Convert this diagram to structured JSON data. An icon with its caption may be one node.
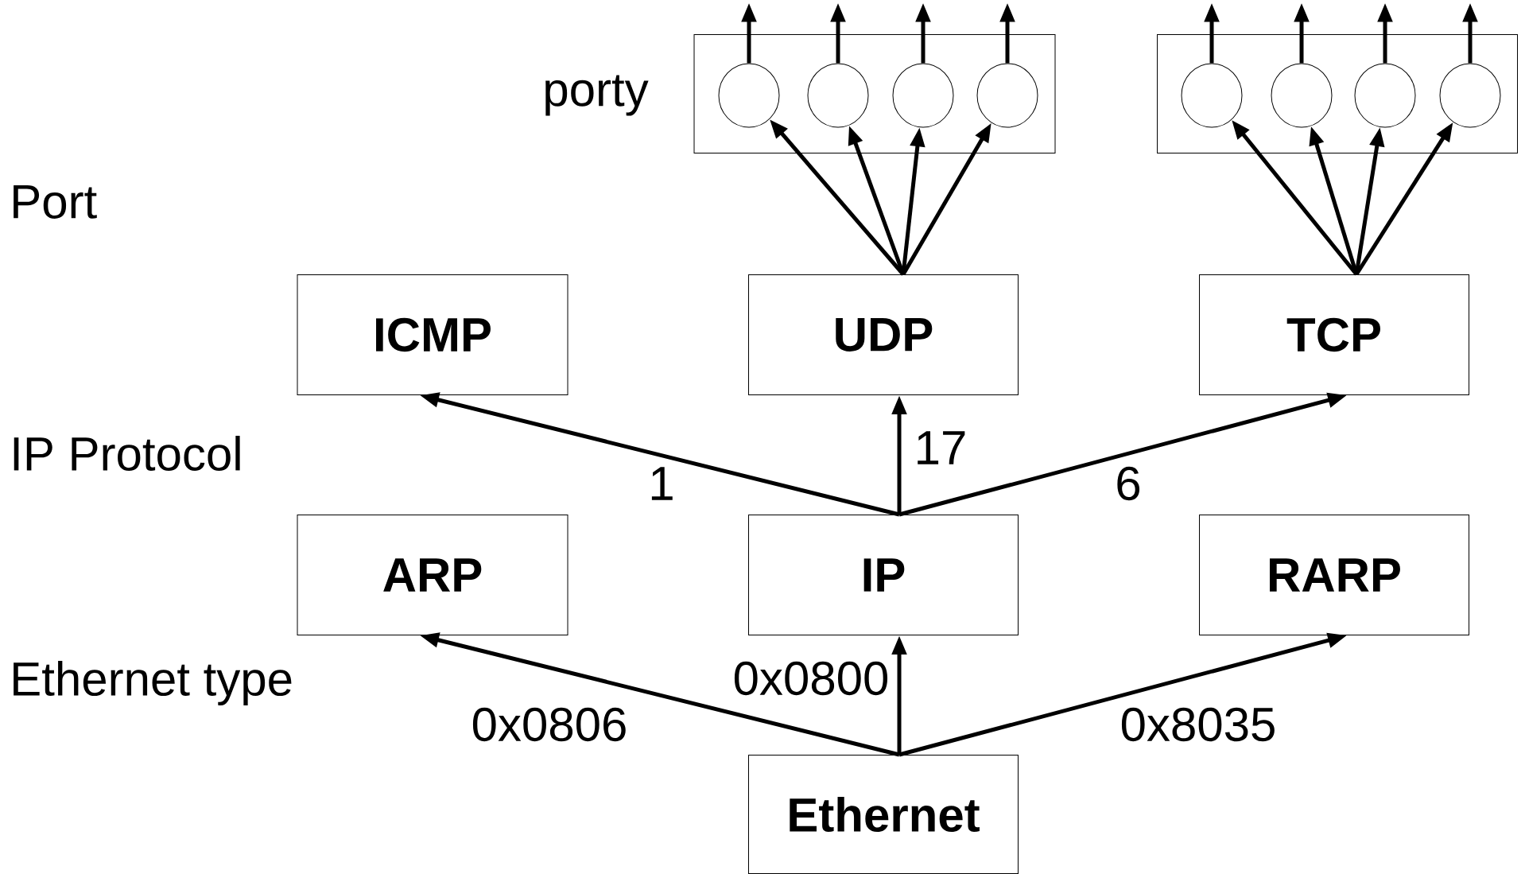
{
  "diagram": {
    "nodes": [
      {
        "text": [],
        "shape": "box",
        "beside": [
          "porty"
        ]
      },
      {
        "text": [],
        "shape": "circle",
        "in": 0
      },
      {
        "text": [],
        "shape": "circle",
        "in": 0
      },
      {
        "text": [],
        "shape": "circle",
        "in": 0
      },
      {
        "text": [],
        "shape": "circle",
        "in": 0
      },
      {
        "text": [],
        "shape": "box"
      },
      {
        "text": [],
        "shape": "circle",
        "in": 5
      },
      {
        "text": [],
        "shape": "circle",
        "in": 5
      },
      {
        "text": [],
        "shape": "circle",
        "in": 5
      },
      {
        "text": [],
        "shape": "circle",
        "in": 5
      },
      {
        "text": [
          "ICMP"
        ]
      },
      {
        "text": [
          "UDP"
        ]
      },
      {
        "text": [
          "TCP"
        ]
      },
      {
        "text": [
          "ARP"
        ]
      },
      {
        "text": [
          "IP"
        ]
      },
      {
        "text": [
          "RARP"
        ]
      },
      {
        "text": [
          "Ethernet"
        ]
      }
    ],
    "edges": [
      {
        "from": 11,
        "to": 1,
        "arrow": "to"
      },
      {
        "from": 11,
        "to": 2,
        "arrow": "to"
      },
      {
        "from": 11,
        "to": 3,
        "arrow": "to"
      },
      {
        "from": 11,
        "to": 4,
        "arrow": "to"
      },
      {
        "from": 12,
        "to": 6,
        "arrow": "to"
      },
      {
        "from": 12,
        "to": 7,
        "arrow": "to"
      },
      {
        "from": 12,
        "to": 8,
        "arrow": "to"
      },
      {
        "from": 12,
        "to": 9,
        "arrow": "to"
      },
      {
        "from": 1,
        "to": null,
        "arrow": "to"
      },
      {
        "from": 2,
        "to": null,
        "arrow": "to"
      },
      {
        "from": 3,
        "to": null,
        "arrow": "to"
      },
      {
        "from": 4,
        "to": null,
        "arrow": "to"
      },
      {
        "from": 6,
        "to": null,
        "arrow": "to"
      },
      {
        "from": 7,
        "to": null,
        "arrow": "to"
      },
      {
        "from": 8,
        "to": null,
        "arrow": "to"
      },
      {
        "from": 9,
        "to": null,
        "arrow": "to"
      },
      {
        "from": 14,
        "to": 10,
        "arrow": "to",
        "label": "1"
      },
      {
        "from": 14,
        "to": 11,
        "arrow": "to",
        "label": "17"
      },
      {
        "from": 14,
        "to": 12,
        "arrow": "to",
        "label": "6"
      },
      {
        "from": 16,
        "to": 13,
        "arrow": "to",
        "label": "0x0806"
      },
      {
        "from": 16,
        "to": 14,
        "arrow": "to",
        "label": "0x0800"
      },
      {
        "from": 16,
        "to": 15,
        "arrow": "to",
        "label": "0x8035"
      }
    ],
    "labels": [
      "Port",
      "IP Protocol",
      "Ethernet type"
    ]
  }
}
